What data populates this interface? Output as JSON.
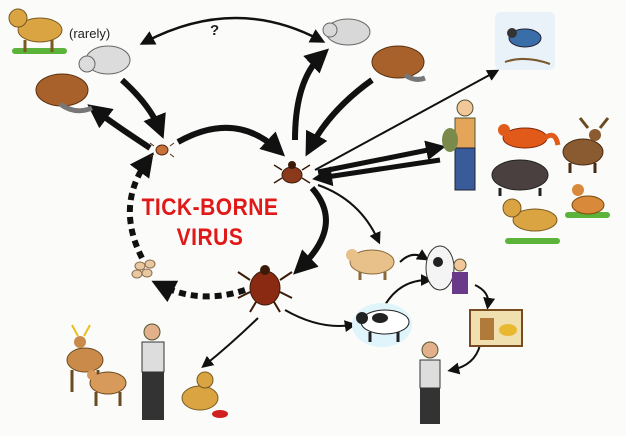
{
  "labels": {
    "rarely": "(rarely)",
    "question": "?",
    "title_line1": "TICK-BORNE",
    "title_line2": "VIRUS"
  },
  "colors": {
    "title": "#e01818",
    "arrow": "#111111",
    "tick": "#8a3a1a",
    "background": "#fbfbf9"
  }
}
